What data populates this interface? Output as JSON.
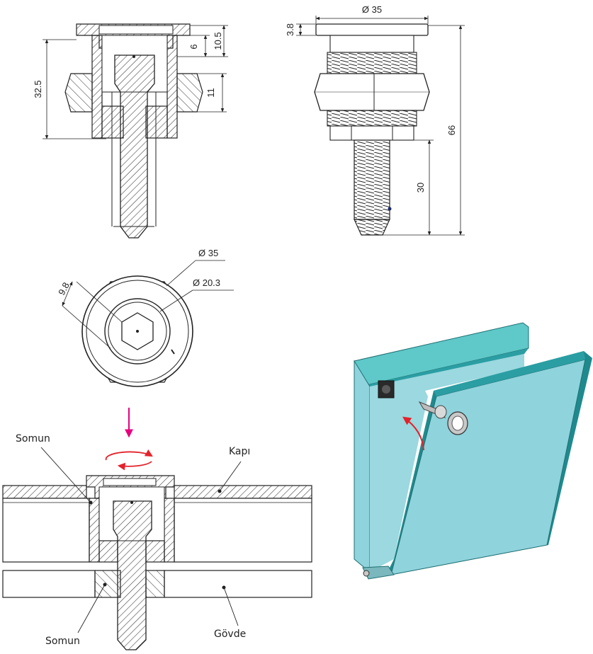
{
  "dimensions": {
    "section_view": {
      "overall_height": "32.5",
      "top_height": "10.5",
      "recess_depth": "6",
      "nut_height": "11"
    },
    "side_view": {
      "flange_diameter": "Ø 35",
      "flange_thickness": "3.8",
      "total_length": "66",
      "thread_length": "30"
    },
    "top_view": {
      "outer_diameter": "Ø 35",
      "inner_diameter": "Ø 20.3",
      "hex_size": "9.8"
    }
  },
  "labels": {
    "nut_top": "Somun",
    "door": "Kapı",
    "nut_bottom": "Somun",
    "body": "Gövde"
  },
  "colors": {
    "insert_arrow": "#e6007e",
    "rotate_arrow": "#e4222b",
    "panel_teal": "#5fc8c8",
    "panel_dark": "#1f8a8e",
    "panel_front": "#8fd3dc",
    "hatch": "#333333"
  },
  "icons": {
    "insert_arrow": "arrow-down-icon",
    "rotate_arrow": "rotate-icon",
    "curved_arrow": "curved-arrow-icon"
  }
}
